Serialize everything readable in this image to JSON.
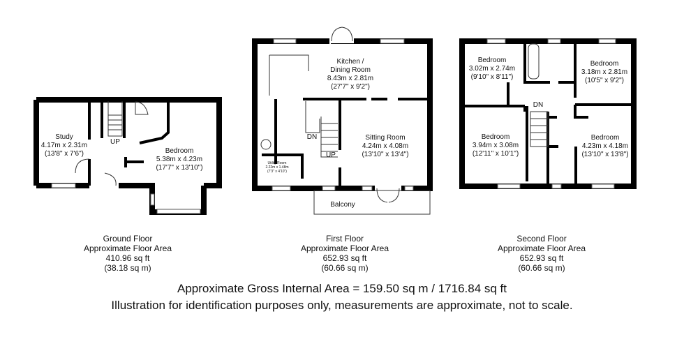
{
  "floors": [
    {
      "caption": {
        "name": "Ground Floor",
        "area_label": "Approximate Floor Area",
        "sq_ft": "410.96 sq ft",
        "sq_m": "(38.18 sq m)"
      },
      "rooms": [
        {
          "name": "Study",
          "metric": "4.17m x 2.31m",
          "imperial": "(13'8\" x 7'6\")"
        },
        {
          "name": "Bedroom",
          "metric": "5.38m x 4.23m",
          "imperial": "(17'7\" x 13'10\")"
        }
      ],
      "stairs": [
        "UP"
      ]
    },
    {
      "caption": {
        "name": "First Floor",
        "area_label": "Approximate Floor Area",
        "sq_ft": "652.93 sq ft",
        "sq_m": "(60.66 sq m)"
      },
      "rooms": [
        {
          "name": "Kitchen /",
          "name2": "Dining Room",
          "metric": "8.43m x 2.81m",
          "imperial": "(27'7\" x 9'2\")"
        },
        {
          "name": "Sitting Room",
          "metric": "4.24m x 4.08m",
          "imperial": "(13'10\" x 13'4\")"
        },
        {
          "name": "Utility Room",
          "metric": "2.22m x 1.48m",
          "imperial": "(7'3\" x 4'10\")"
        },
        {
          "name": "Balcony"
        }
      ],
      "stairs": [
        "DN",
        "UP"
      ]
    },
    {
      "caption": {
        "name": "Second Floor",
        "area_label": "Approximate Floor Area",
        "sq_ft": "652.93 sq ft",
        "sq_m": "(60.66 sq m)"
      },
      "rooms": [
        {
          "name": "Bedroom",
          "metric": "3.02m x 2.74m",
          "imperial": "(9'10\" x 8'11\")"
        },
        {
          "name": "Bedroom",
          "metric": "3.18m x 2.81m",
          "imperial": "(10'5\" x 9'2\")"
        },
        {
          "name": "Bedroom",
          "metric": "3.94m x 3.08m",
          "imperial": "(12'11\" x 10'1\")"
        },
        {
          "name": "Bedroom",
          "metric": "4.23m x 4.18m",
          "imperial": "(13'10\" x 13'8\")"
        }
      ],
      "stairs": [
        "DN"
      ]
    }
  ],
  "footer": {
    "gross_area": "Approximate Gross Internal Area = 159.50 sq m / 1716.84 sq ft",
    "disclaimer": "Illustration for identification purposes only, measurements are approximate, not to scale."
  }
}
